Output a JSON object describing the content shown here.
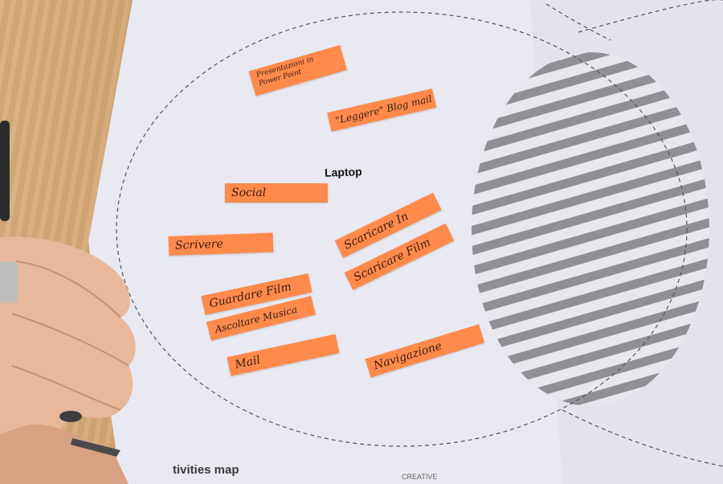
{
  "image": {
    "subject": "Printed activities map with orange sticky notes",
    "center_label": "Laptop",
    "footer_text": "tivities map",
    "footer_small": "CREATIVE"
  },
  "notes": [
    {
      "id": "n1",
      "text": "Presentazioni in Power Point"
    },
    {
      "id": "n2",
      "text": "\"Leggere\" Blog mail"
    },
    {
      "id": "n3",
      "text": "Social"
    },
    {
      "id": "n4",
      "text": "Scaricare In"
    },
    {
      "id": "n5",
      "text": "Scrivere"
    },
    {
      "id": "n6",
      "text": "Scaricare Film"
    },
    {
      "id": "n7",
      "text": "Guardare Film"
    },
    {
      "id": "n8",
      "text": "Ascoltare Musica"
    },
    {
      "id": "n9",
      "text": "Mail"
    },
    {
      "id": "n10",
      "text": "Navigazione"
    }
  ],
  "colors": {
    "note": "#ff8a4c",
    "paper": "#e9e9f2",
    "hatch": "#8f8f95",
    "wood": "#c9955f"
  }
}
